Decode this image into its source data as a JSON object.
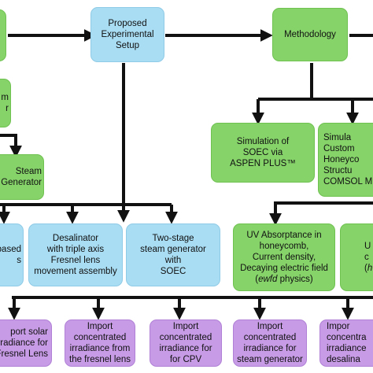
{
  "boxes": {
    "proposed_setup": {
      "lines": [
        "Proposed",
        "Experimental",
        "Setup"
      ]
    },
    "methodology": {
      "lines": [
        "Methodology"
      ]
    },
    "left_partial": {
      "lines": [
        "m",
        "r"
      ]
    },
    "steam_generator": {
      "lines": [
        "Steam",
        "Generator"
      ]
    },
    "sim_aspen": {
      "lines": [
        "Simulation of",
        "SOEC via",
        "ASPEN PLUS™"
      ]
    },
    "sim_comsol": {
      "lines": [
        "Simula",
        "Custom",
        "Honeyco",
        "Structu",
        "COMSOL M"
      ]
    },
    "based": {
      "lines": [
        "based",
        "s"
      ]
    },
    "desalinator": {
      "lines": [
        "Desalinator",
        "with triple axis",
        "Fresnel lens",
        "movement assembly"
      ]
    },
    "two_stage": {
      "lines": [
        "Two-stage",
        "steam generator",
        "with",
        "SOEC"
      ]
    },
    "uv_absorptance": {
      "lines": [
        "UV Absorptance in",
        "honeycomb,",
        "Current density,",
        "Decaying electric field",
        "(ewfd physics)"
      ]
    },
    "right_partial": {
      "lines": [
        "U",
        "c",
        "(h"
      ]
    },
    "import_solar": {
      "lines": [
        "port solar",
        "rradiance for",
        "Fresnel Lens"
      ]
    },
    "import_fresnel": {
      "lines": [
        "Import",
        "concentrated",
        "irradiance from",
        "the fresnel lens"
      ]
    },
    "import_cpv": {
      "lines": [
        "Import",
        "concentrated",
        "irradiance for",
        "for CPV"
      ]
    },
    "import_steam": {
      "lines": [
        "Import",
        "concentrated",
        "irradiance for",
        "steam generator"
      ]
    },
    "import_desal": {
      "lines": [
        "Impor",
        "concentra",
        "irradiance",
        "desalina"
      ]
    }
  },
  "colors": {
    "blue": "#a9ddf3",
    "green": "#86d36a",
    "purple": "#c79be6",
    "wire": "#111111"
  }
}
